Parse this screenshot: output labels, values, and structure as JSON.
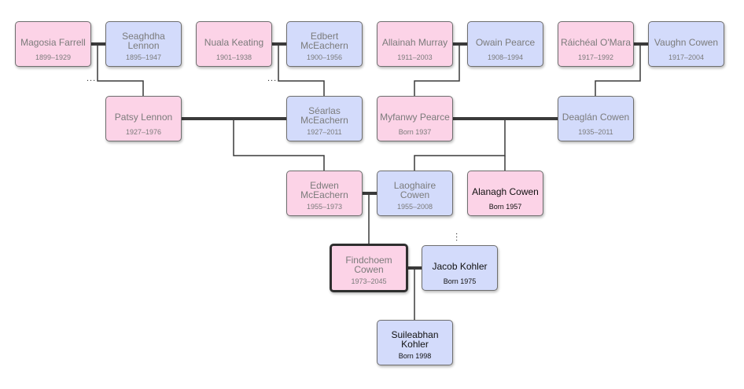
{
  "people": [
    {
      "id": "magosia",
      "name": "Magosia Farrell",
      "dates": "1899–1929",
      "sex": "female",
      "status": "dim"
    },
    {
      "id": "seaghdha",
      "name": "Seaghdha Lennon",
      "dates": "1895–1947",
      "sex": "male",
      "status": "dim"
    },
    {
      "id": "nuala",
      "name": "Nuala Keating",
      "dates": "1901–1938",
      "sex": "female",
      "status": "dim"
    },
    {
      "id": "edbert",
      "name": "Edbert McEachern",
      "dates": "1900–1956",
      "sex": "male",
      "status": "dim"
    },
    {
      "id": "allainah",
      "name": "Allainah Murray",
      "dates": "1911–2003",
      "sex": "female",
      "status": "dim"
    },
    {
      "id": "owain",
      "name": "Owain Pearce",
      "dates": "1908–1994",
      "sex": "male",
      "status": "dim"
    },
    {
      "id": "raicheal",
      "name": "Ráichéal O'Mara",
      "dates": "1917–1992",
      "sex": "female",
      "status": "dim"
    },
    {
      "id": "vaughn",
      "name": "Vaughn Cowen",
      "dates": "1917–2004",
      "sex": "male",
      "status": "dim"
    },
    {
      "id": "patsy",
      "name": "Patsy Lennon",
      "dates": "1927–1976",
      "sex": "female",
      "status": "dim"
    },
    {
      "id": "searlas",
      "name": "Séarlas McEachern",
      "dates": "1927–2011",
      "sex": "male",
      "status": "dim"
    },
    {
      "id": "myfanwy",
      "name": "Myfanwy Pearce",
      "dates": "Born 1937",
      "sex": "female",
      "status": "dim"
    },
    {
      "id": "deaglan",
      "name": "Deaglán Cowen",
      "dates": "1935–2011",
      "sex": "male",
      "status": "dim"
    },
    {
      "id": "edwen",
      "name": "Edwen McEachern",
      "dates": "1955–1973",
      "sex": "female",
      "status": "dim"
    },
    {
      "id": "laoghaire",
      "name": "Laoghaire Cowen",
      "dates": "1955–2008",
      "sex": "male",
      "status": "dim"
    },
    {
      "id": "alanagh",
      "name": "Alanagh Cowen",
      "dates": "Born 1957",
      "sex": "female",
      "status": "live"
    },
    {
      "id": "findchoem",
      "name": "Findchoem Cowen",
      "dates": "1973–2045",
      "sex": "female",
      "status": "dim",
      "selected": true
    },
    {
      "id": "jacob",
      "name": "Jacob Kohler",
      "dates": "Born 1975",
      "sex": "male",
      "status": "live"
    },
    {
      "id": "suileabhan",
      "name": "Suileabhan Kohler",
      "dates": "Born 1998",
      "sex": "male",
      "status": "live"
    }
  ],
  "more_indicator": "...",
  "colors": {
    "female": "#fcd3e7",
    "male": "#d3dbfb",
    "line": "#3a3a3a"
  }
}
